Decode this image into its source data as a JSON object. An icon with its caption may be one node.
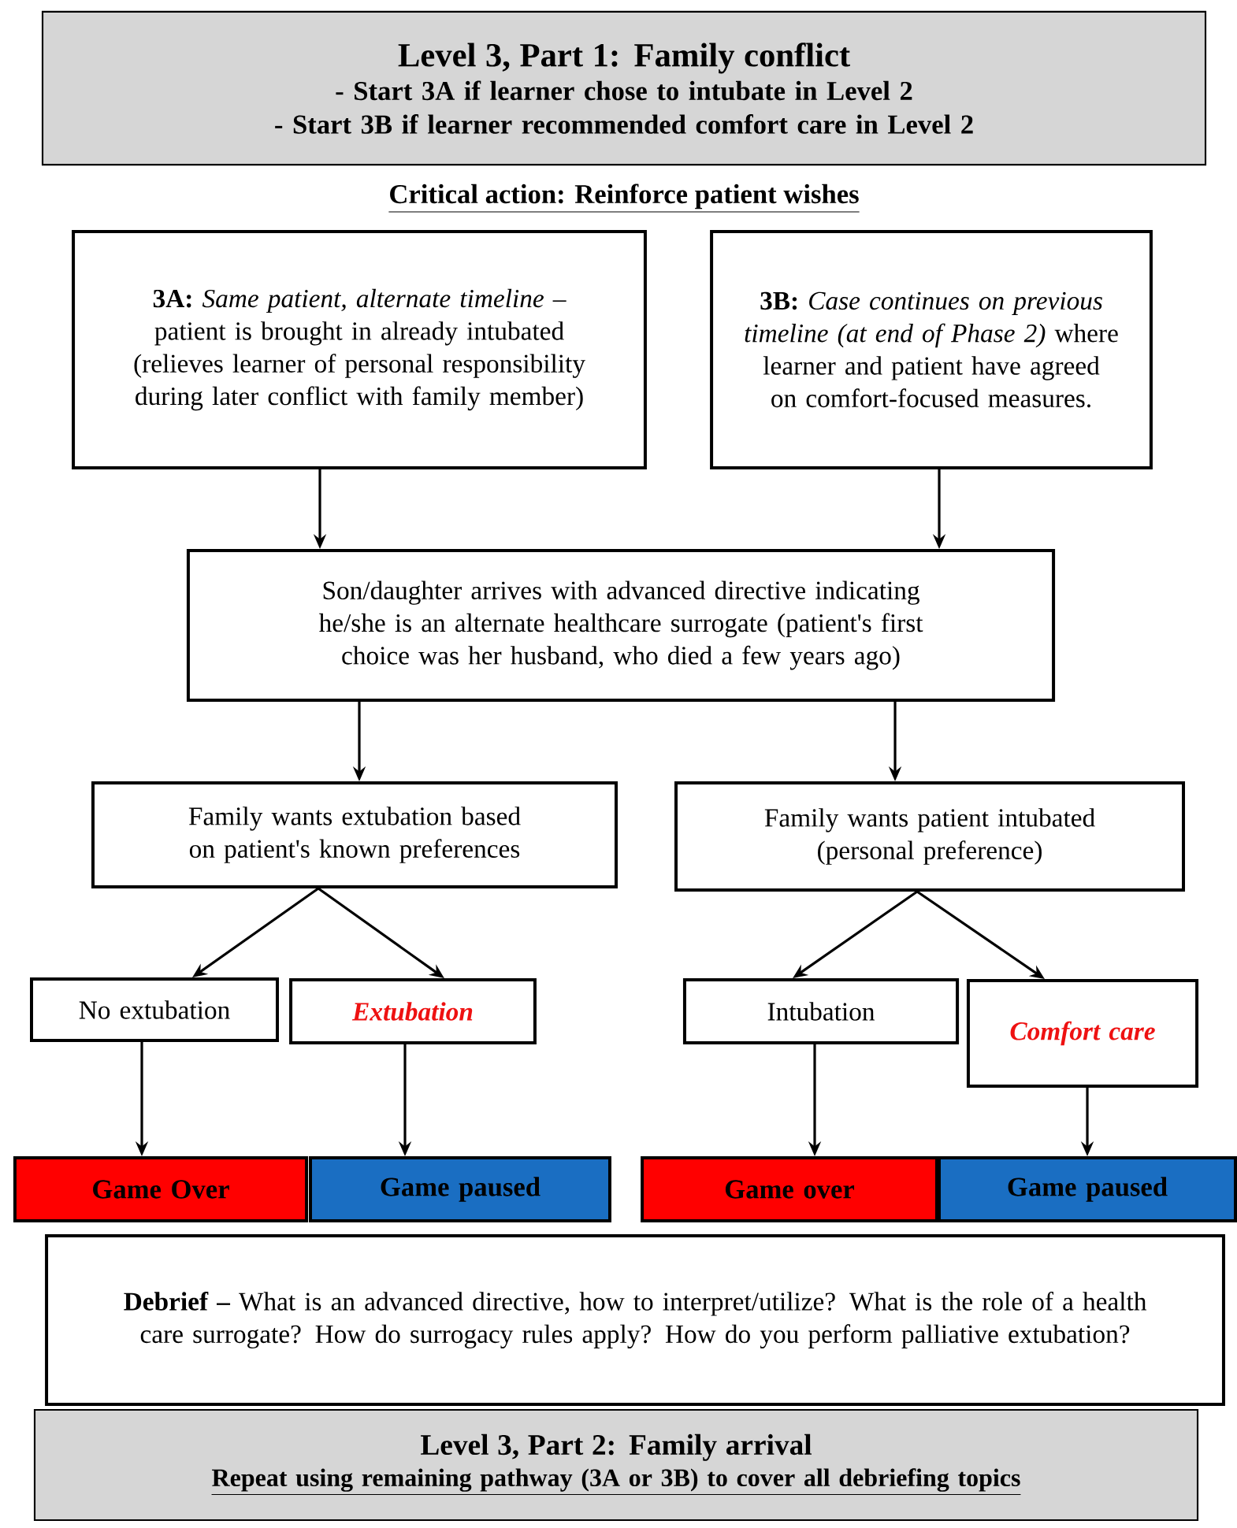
{
  "diagram": {
    "nodes": [
      {
        "text": [
          "Level 3, Part 1: Family conflict",
          "- Start 3A if learner chose to intubate in Level 2",
          "- Start 3B if learner recommended comfort care in Level 2"
        ]
      },
      {
        "text": [
          "**3A:** *Same patient, alternate timeline* – patient is brought in already intubated (relieves learner of personal responsibility during later conflict with family member)"
        ]
      },
      {
        "text": [
          "**3B:** *Case continues on previous timeline (at end of Phase 2)* where learner and patient have agreed on comfort-focused measures."
        ]
      },
      {
        "text": [
          "Son/daughter arrives with advanced directive indicating he/she is an alternate healthcare surrogate (patient's first choice was her husband, who died a few years ago)"
        ]
      },
      {
        "text": [
          "Family wants extubation based on patient's known preferences"
        ]
      },
      {
        "text": [
          "Family wants patient intubated (personal preference)"
        ]
      },
      {
        "text": [
          "No extubation"
        ]
      },
      {
        "text": [
          "Extubation"
        ]
      },
      {
        "text": [
          "Intubation"
        ]
      },
      {
        "text": [
          "Comfort care"
        ]
      },
      {
        "text": [
          "Game Over"
        ]
      },
      {
        "text": [
          "Game paused"
        ]
      },
      {
        "text": [
          "Game over"
        ]
      },
      {
        "text": [
          "Game paused"
        ]
      },
      {
        "text": [
          "**Debrief –** What is an advanced directive, how to interpret/utilize? What is the role of a health care surrogate? How do surrogacy rules apply? How do you perform palliative extubation?"
        ]
      },
      {
        "text": [
          "Level 3, Part 2: Family arrival",
          "Repeat using remaining pathway (3A or 3B) to cover all debriefing topics"
        ]
      }
    ],
    "edges": [
      {
        "from": 1,
        "to": 3,
        "arrow": "to"
      },
      {
        "from": 2,
        "to": 3,
        "arrow": "to"
      },
      {
        "from": 3,
        "to": 4,
        "arrow": "to"
      },
      {
        "from": 3,
        "to": 5,
        "arrow": "to"
      },
      {
        "from": 4,
        "to": 6,
        "arrow": "to"
      },
      {
        "from": 4,
        "to": 7,
        "arrow": "to"
      },
      {
        "from": 5,
        "to": 8,
        "arrow": "to"
      },
      {
        "from": 5,
        "to": 9,
        "arrow": "to"
      },
      {
        "from": 6,
        "to": 10,
        "arrow": "to"
      },
      {
        "from": 7,
        "to": 11,
        "arrow": "to"
      },
      {
        "from": 8,
        "to": 12,
        "arrow": "to"
      },
      {
        "from": 9,
        "to": 13,
        "arrow": "to"
      }
    ],
    "labels": [
      "Critical action:  Reinforce patient wishes"
    ]
  }
}
